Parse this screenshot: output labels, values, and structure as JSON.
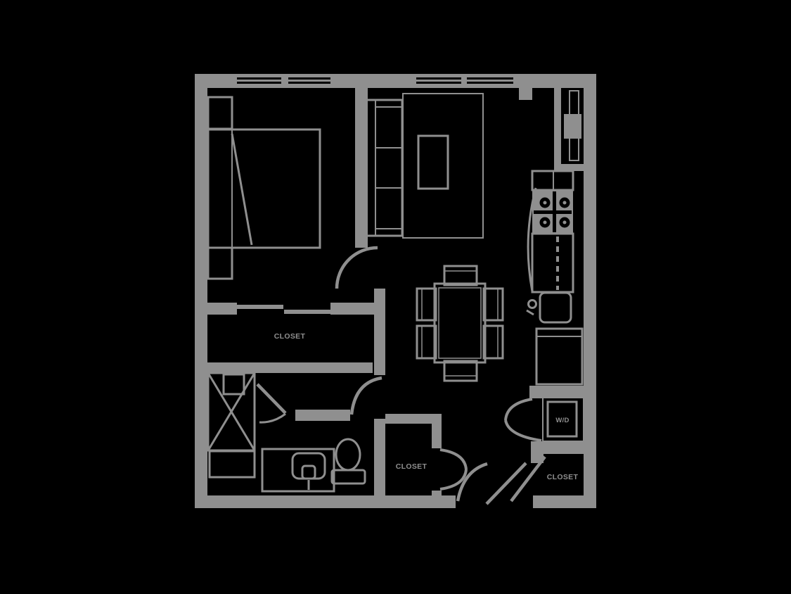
{
  "document": {
    "type": "apartment-floor-plan",
    "description": "One-bedroom apartment floor plan line drawing, gray lines on black background"
  },
  "colors": {
    "background": "#000000",
    "line": "#8f8f8f"
  },
  "labels": {
    "closet_mid": "CLOSET",
    "closet_entry": "CLOSET",
    "closet_bottom_right": "CLOSET",
    "washer_dryer": "W/D"
  },
  "rooms": [
    "bedroom",
    "living-room",
    "kitchen",
    "dining-area",
    "bathroom",
    "closet-mid",
    "entry-closet",
    "bottom-right-closet",
    "washer-dryer-closet",
    "entry-hall"
  ],
  "furniture_icons": [
    "bed-icon",
    "nightstand-icon",
    "sofa-icon",
    "rug-icon",
    "coffee-table-icon",
    "dining-table-icon",
    "dining-chair-icon",
    "cooktop-icon",
    "kitchen-sink-icon",
    "dishwasher-icon",
    "refrigerator-icon",
    "pantry-rod-icon",
    "washer-dryer-icon",
    "toilet-icon",
    "vanity-sink-icon",
    "utility-shelf-x-icon",
    "door-swing-arc-icon",
    "bifold-door-icon",
    "sliding-closet-door-icon",
    "window-icon"
  ]
}
